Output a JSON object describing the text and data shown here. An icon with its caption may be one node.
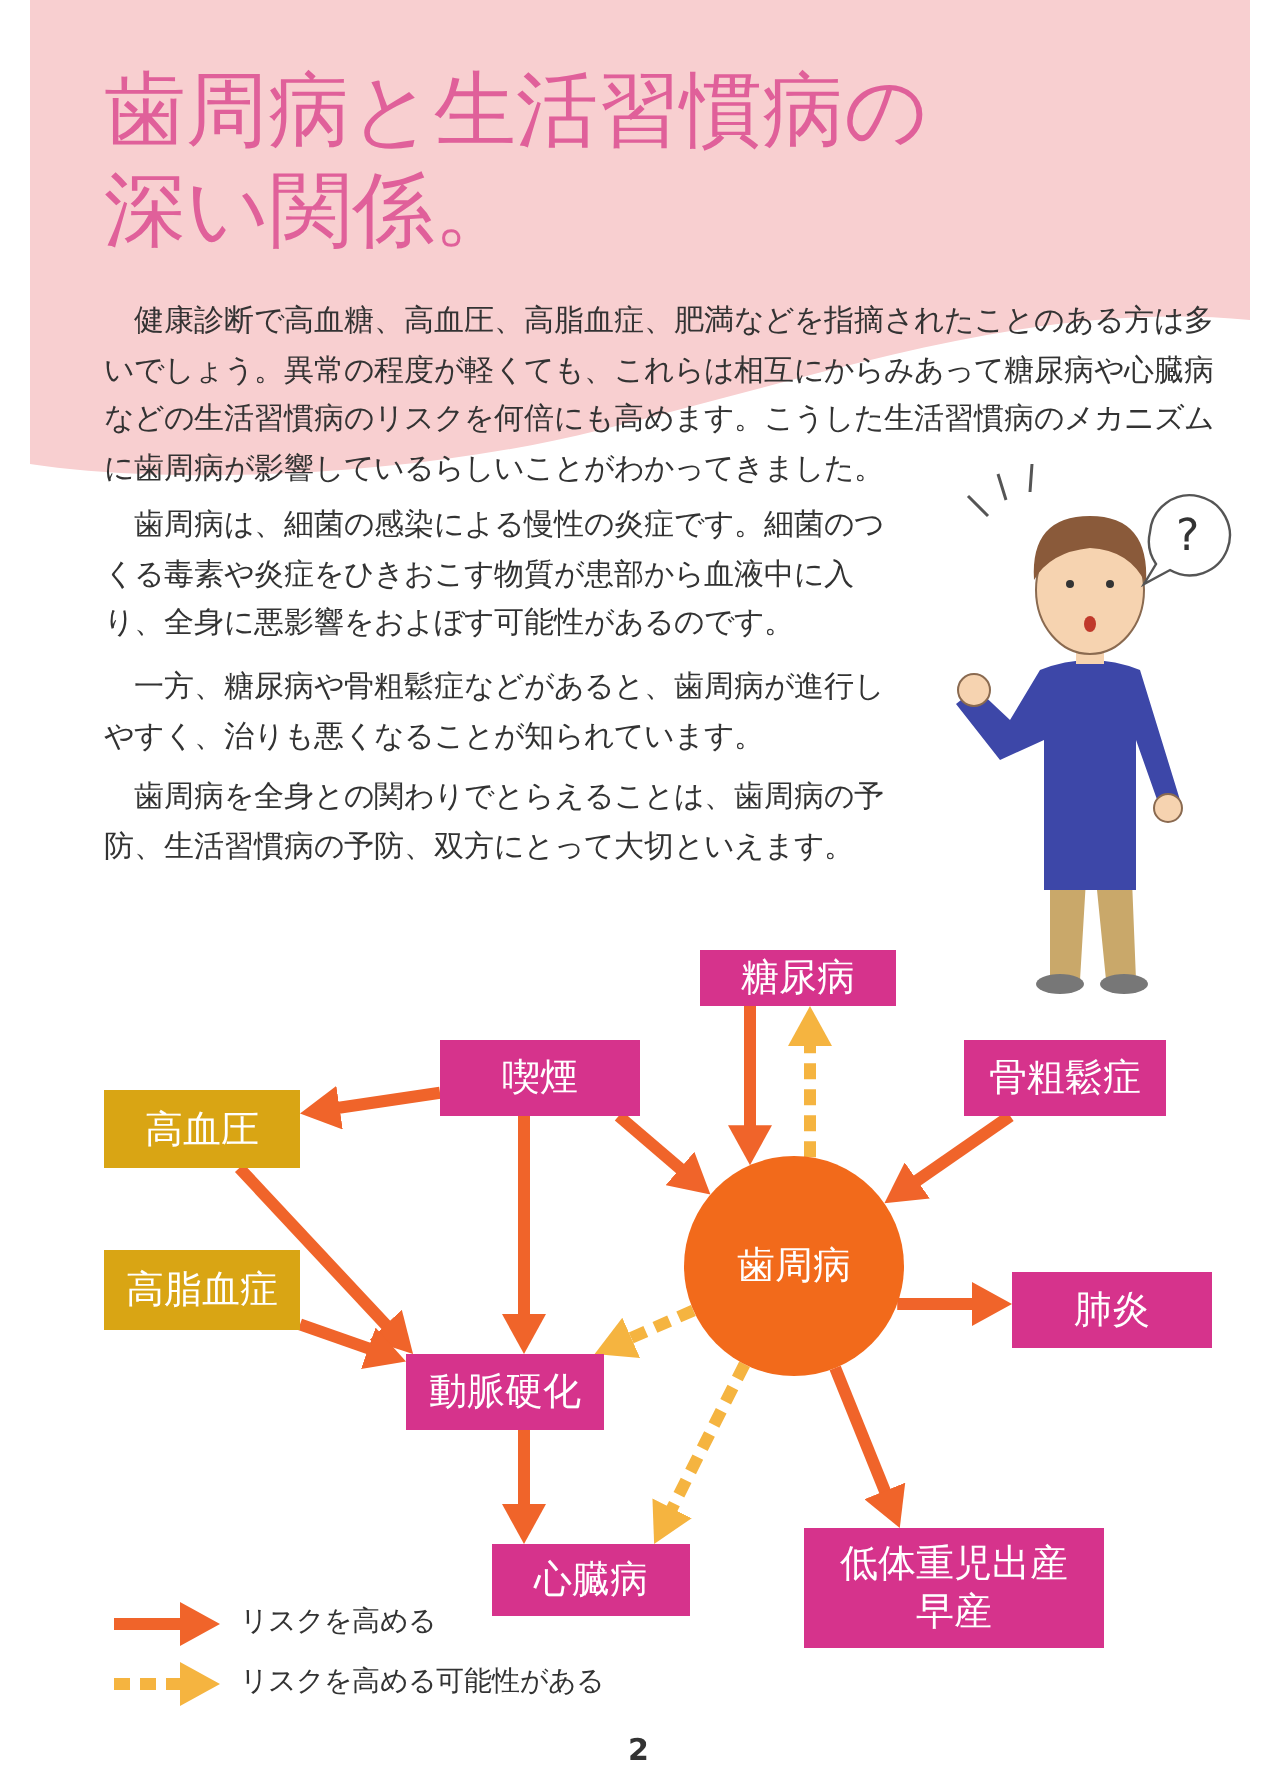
{
  "diagram": {
    "title": "歯周病と生活習慣病の深い関係。",
    "nodes": [
      {
        "text": [
          "糖尿病"
        ]
      },
      {
        "text": [
          "喫煙"
        ]
      },
      {
        "text": [
          "骨粗鬆症"
        ]
      },
      {
        "text": [
          "高血圧"
        ]
      },
      {
        "text": [
          "歯周病"
        ]
      },
      {
        "text": [
          "高脂血症"
        ]
      },
      {
        "text": [
          "肺炎"
        ]
      },
      {
        "text": [
          "動脈硬化"
        ]
      },
      {
        "text": [
          "心臓病"
        ]
      },
      {
        "text": [
          "低体重児出産",
          "早産"
        ]
      }
    ],
    "edges": [
      {
        "from": 1,
        "to": 3,
        "arrow": "to"
      },
      {
        "from": 1,
        "to": 7,
        "arrow": "to"
      },
      {
        "from": 1,
        "to": 4,
        "arrow": "to"
      },
      {
        "from": 0,
        "to": 4,
        "arrow": "to"
      },
      {
        "from": 4,
        "to": 0,
        "arrow": "to",
        "style": "dashed",
        "color": "#f5b440"
      },
      {
        "from": 2,
        "to": 4,
        "arrow": "to"
      },
      {
        "from": 3,
        "to": 7,
        "arrow": "to"
      },
      {
        "from": 5,
        "to": 7,
        "arrow": "to"
      },
      {
        "from": 4,
        "to": 6,
        "arrow": "to"
      },
      {
        "from": 4,
        "to": 7,
        "arrow": "to",
        "style": "dashed",
        "color": "#f5b440"
      },
      {
        "from": 4,
        "to": 8,
        "arrow": "to",
        "style": "dashed",
        "color": "#f5b440"
      },
      {
        "from": 4,
        "to": 9,
        "arrow": "to"
      },
      {
        "from": 7,
        "to": 8,
        "arrow": "to"
      }
    ],
    "labels": [
      "健康診断で高血糖、高血圧、高脂血症、肥満などを指摘されたことのある方は多いでしょう。異常の程度が軽くても、これらは相互にからみあって糖尿病や心臓病などの生活習慣病のリスクを何倍にも高めます。こうした生活習慣病のメカニズムに歯周病が影響しているらしいことがわかってきました。",
      "歯周病は、細菌の感染による慢性の炎症です。細菌のつくる毒素や炎症をひきおこす物質が患部から血液中に入り、全身に悪影響をおよぼす可能性があるのです。",
      "一方、糖尿病や骨粗鬆症などがあると、歯周病が進行しやすく、治りも悪くなることが知られています。",
      "歯周病を全身との関わりでとらえることは、歯周病の予防、生活習慣病の予防、双方にとって大切といえます。",
      "?",
      "2"
    ],
    "legend": [
      {
        "text": "リスクを高める"
      },
      {
        "text": "リスクを高める可能性がある"
      }
    ]
  }
}
